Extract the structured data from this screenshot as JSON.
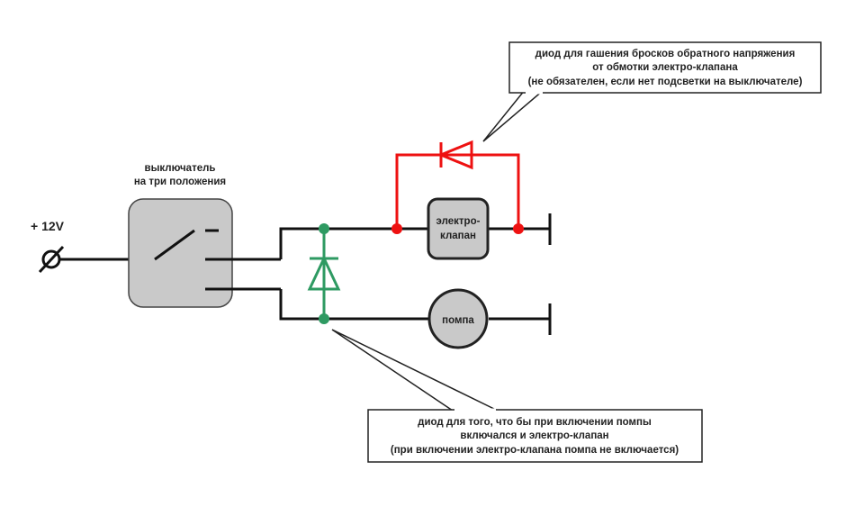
{
  "supply": {
    "label": "+ 12V"
  },
  "switch": {
    "label_line1": "выключатель",
    "label_line2": "на три положения"
  },
  "valve": {
    "label_line1": "электро-",
    "label_line2": "клапан"
  },
  "pump": {
    "label": "помпа"
  },
  "callout_top": {
    "line1": "диод для гашения бросков обратного напряжения",
    "line2": "от обмотки электро-клапана",
    "line3": "(не обязателен, если нет подсветки на выключателе)"
  },
  "callout_bottom": {
    "line1": "диод для того, что бы при включении помпы",
    "line2": "включался и электро-клапан",
    "line3": "(при включении электро-клапана помпа не включается)"
  },
  "colors": {
    "wire": "#111111",
    "flyback_diode": "#ee1111",
    "coupling_diode": "#2e9a62",
    "component_fill": "#c9c9c9"
  }
}
